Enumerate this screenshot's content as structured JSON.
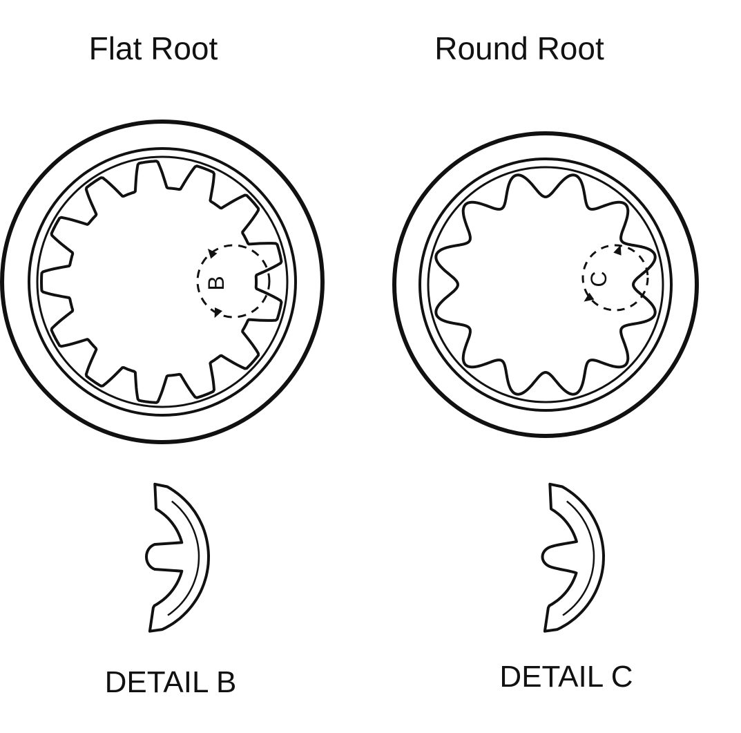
{
  "page": {
    "background": "#ffffff",
    "ink": "#111111"
  },
  "diagrams": [
    {
      "title": "Flat Root",
      "root_type": "flat",
      "teeth": 13,
      "detail_label": "B",
      "detail_caption": "DETAIL B"
    },
    {
      "title": "Round Root",
      "root_type": "round",
      "teeth": 12,
      "detail_label": "C",
      "detail_caption": "DETAIL C"
    }
  ]
}
